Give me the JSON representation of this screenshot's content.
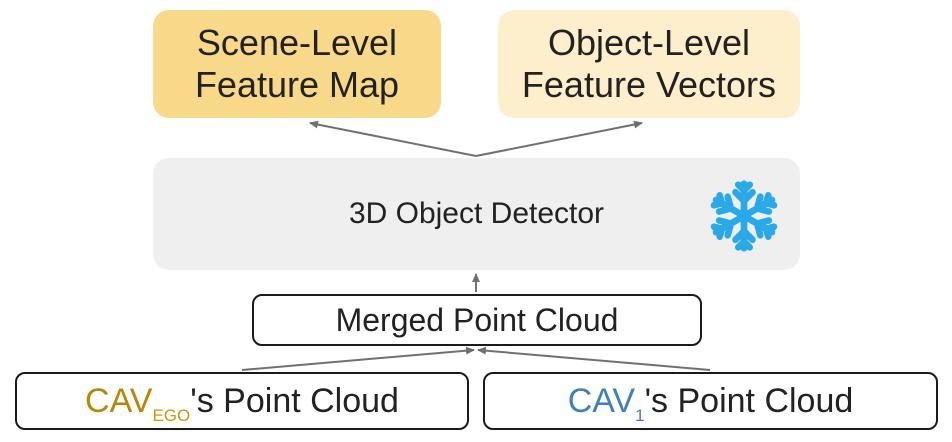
{
  "top_boxes": {
    "scene": {
      "line1": "Scene-Level",
      "line2": "Feature Map"
    },
    "object": {
      "line1": "Object-Level",
      "line2": "Feature Vectors"
    }
  },
  "detector": {
    "label": "3D Object Detector",
    "icon": "snowflake-icon"
  },
  "merged": {
    "label": "Merged Point Cloud"
  },
  "inputs": {
    "ego": {
      "prefix": "CAV",
      "subscript": "EGO",
      "suffix": "'s Point Cloud"
    },
    "one": {
      "prefix": "CAV",
      "subscript": "1",
      "suffix": "'s Point Cloud"
    }
  },
  "colors": {
    "scene_fill": "#f8d98a",
    "object_fill": "#fdefcc",
    "detector_fill": "#efefef",
    "ego_text": "#b8860b",
    "one_text": "#3f7fbf",
    "snowflake": "#2aa9e8",
    "arrow": "#707070"
  }
}
